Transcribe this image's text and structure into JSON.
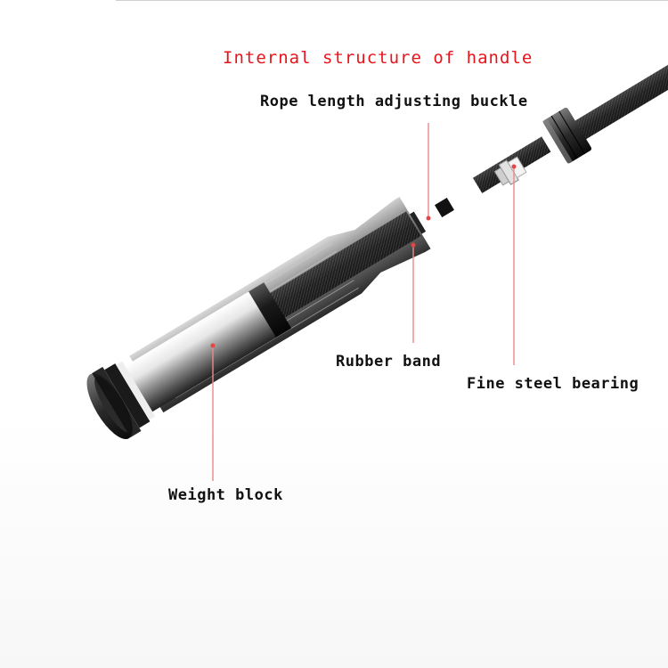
{
  "title": "Internal structure of handle",
  "labels": {
    "buckle": "Rope length adjusting buckle",
    "rubber_band": "Rubber band",
    "bearing": "Fine steel bearing",
    "weight": "Weight block"
  },
  "colors": {
    "title": "#e8141b",
    "leader": "#e88a8a",
    "text": "#111111"
  }
}
